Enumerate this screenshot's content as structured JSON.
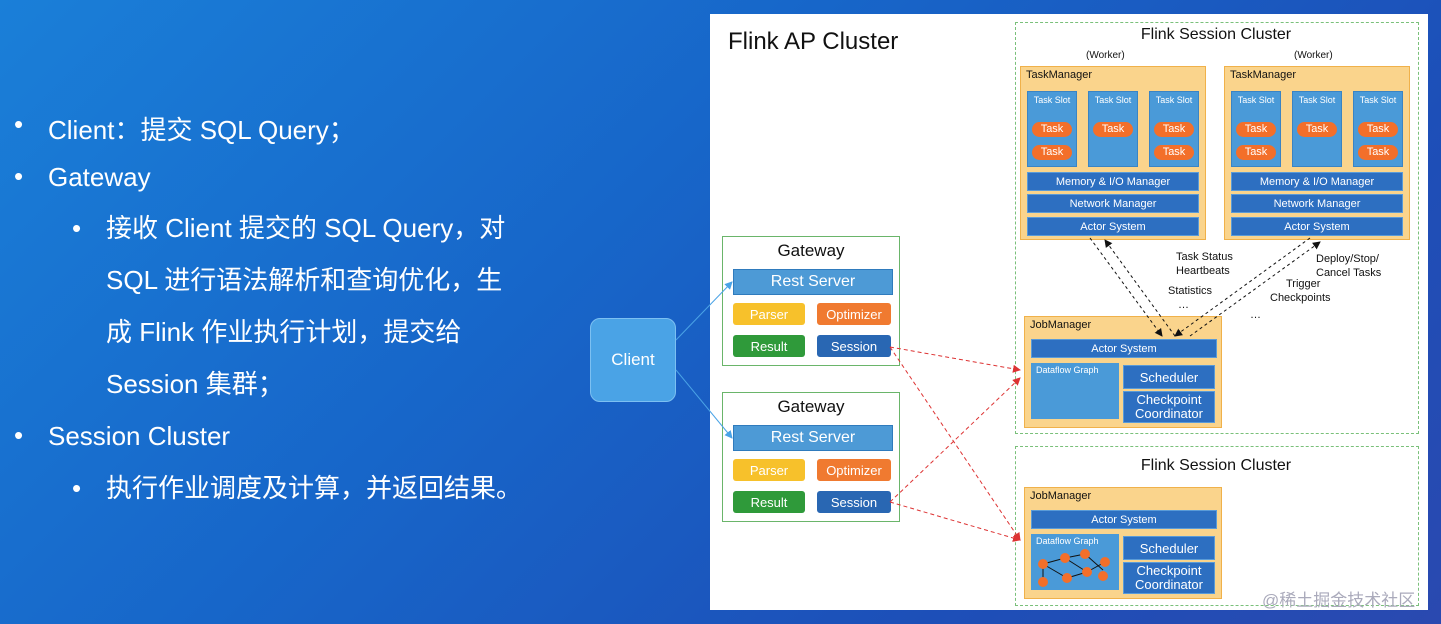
{
  "bullets": {
    "client": "Client：提交 SQL Query；",
    "gateway": "Gateway",
    "gateway_sub": [
      "接收 Client 提交的 SQL Query，对",
      "SQL 进行语法解析和查询优化，生",
      "成 Flink 作业执行计划，提交给",
      "Session 集群；"
    ],
    "session_cluster": "Session Cluster",
    "session_sub": "执行作业调度及计算，并返回结果。"
  },
  "diagram": {
    "client": "Client",
    "ap_title": "Flink AP Cluster",
    "gateway": {
      "title": "Gateway",
      "rest": "Rest Server",
      "parser": "Parser",
      "optimizer": "Optimizer",
      "result": "Result",
      "session": "Session"
    },
    "session_cluster_title": "Flink Session Cluster",
    "worker": "(Worker)",
    "taskmanager": "TaskManager",
    "task_slot": "Task Slot",
    "task": "Task",
    "memory": "Memory & I/O Manager",
    "network": "Network Manager",
    "actor": "Actor System",
    "jobmanager": "JobManager",
    "dataflow": "Dataflow Graph",
    "scheduler": "Scheduler",
    "checkpoint": "Checkpoint Coordinator",
    "annotations": {
      "left": [
        "Task Status",
        "Heartbeats",
        "Statistics",
        "…"
      ],
      "right1": [
        "Deploy/Stop/",
        "Cancel Tasks"
      ],
      "right2": [
        "Trigger",
        "Checkpoints"
      ],
      "ellipsis": "…"
    }
  },
  "watermark": "@稀土掘金技术社区",
  "colors": {
    "background": "#1766c9",
    "gateway_border": "#6ab56a",
    "task": "#f36f2a",
    "orange_box": "#fad48c",
    "arrow": "#d33"
  }
}
